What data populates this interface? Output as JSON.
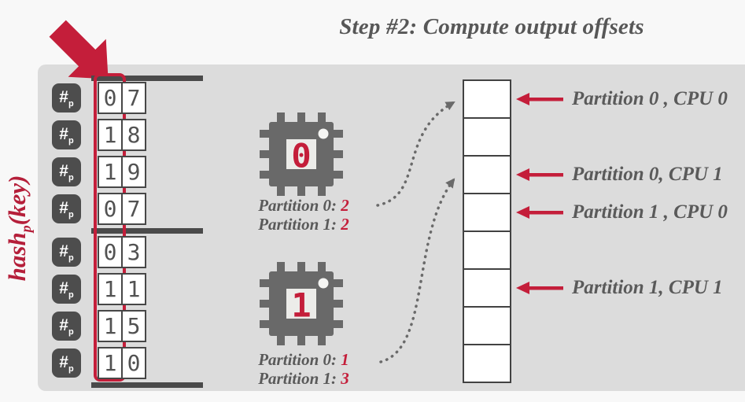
{
  "title": "Step #2: Compute output offsets",
  "hash_label": {
    "prefix": "hash",
    "sub": "p",
    "suffix": "(key)"
  },
  "hash_table": {
    "badge": {
      "symbol": "#",
      "sub": "p"
    },
    "rows": [
      [
        "0",
        "7"
      ],
      [
        "1",
        "8"
      ],
      [
        "1",
        "9"
      ],
      [
        "0",
        "7"
      ],
      [
        "0",
        "3"
      ],
      [
        "1",
        "1"
      ],
      [
        "1",
        "5"
      ],
      [
        "1",
        "0"
      ]
    ]
  },
  "cpus": [
    {
      "id": "0",
      "lines": [
        {
          "label": "Partition 0:",
          "value": "2"
        },
        {
          "label": "Partition 1:",
          "value": "2"
        }
      ]
    },
    {
      "id": "1",
      "lines": [
        {
          "label": "Partition 0:",
          "value": "1"
        },
        {
          "label": "Partition 1:",
          "value": "3"
        }
      ]
    }
  ],
  "output": {
    "cell_count": 8,
    "annotations": [
      {
        "cell": 0,
        "label": "Partition 0 , CPU 0"
      },
      {
        "cell": 2,
        "label": "Partition 0, CPU 1"
      },
      {
        "cell": 3,
        "label": "Partition 1 , CPU 0"
      },
      {
        "cell": 5,
        "label": "Partition 1, CPU 1"
      }
    ]
  },
  "colors": {
    "crimson": "#c41e3a",
    "dark_gray": "#4a4a4a",
    "chip_gray": "#696969",
    "text_gray": "#5a5a5a",
    "panel_gray": "#dcdcdc"
  }
}
